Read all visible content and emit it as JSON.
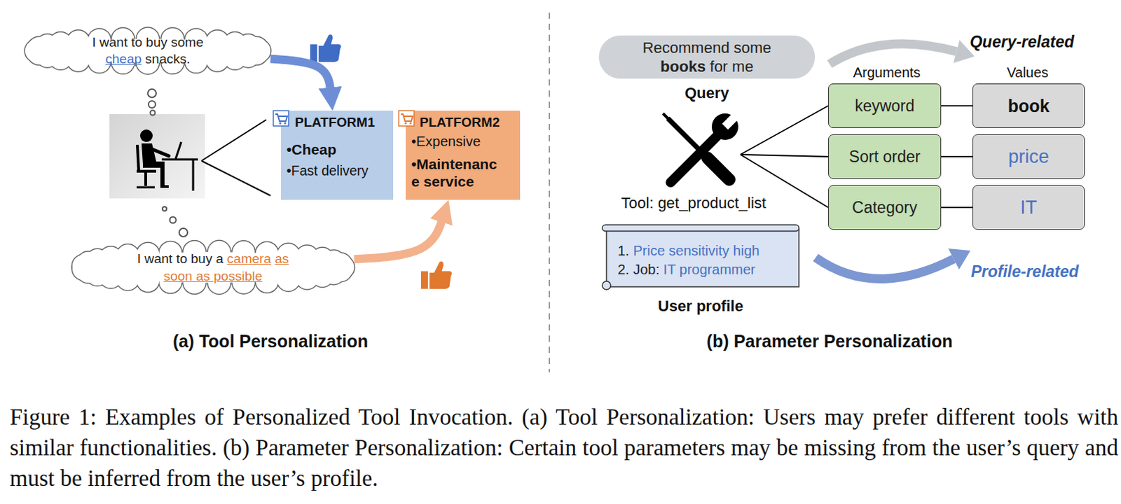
{
  "diagram": {
    "caption": "Figure 1: Examples of Personalized Tool Invocation. (a) Tool Personalization: Users may prefer different tools with similar functionalities. (b) Parameter Personalization: Certain tool parameters may be missing from the user’s query and must be inferred from the user’s profile.",
    "nodes": [
      {
        "text": [
          "I want to buy some cheap snacks."
        ]
      },
      {
        "text": [
          "PLATFORM1",
          "•Cheap",
          "•Fast delivery"
        ]
      },
      {
        "text": [
          "PLATFORM2",
          "•Expensive",
          "•Maintenance service"
        ]
      },
      {
        "text": [
          "I want to buy a camera as soon as possible"
        ]
      },
      {
        "text": [
          "Recommend some books for me",
          "Query"
        ]
      },
      {
        "text": [
          "keyword"
        ]
      },
      {
        "text": [
          "book"
        ]
      },
      {
        "text": [
          "Sort order"
        ]
      },
      {
        "text": [
          "price"
        ]
      },
      {
        "text": [
          "Category"
        ]
      },
      {
        "text": [
          "IT"
        ]
      },
      {
        "text": [
          "1. Price sensitivity high",
          "2. Job: IT programmer",
          "User profile"
        ]
      }
    ],
    "edges": [
      {
        "from": 0,
        "to": 1,
        "arrow": "to"
      },
      {
        "from": 3,
        "to": 2,
        "arrow": "to"
      },
      {
        "from": 5,
        "to": 6,
        "arrow": "none"
      },
      {
        "from": 7,
        "to": 8,
        "arrow": "none"
      },
      {
        "from": 9,
        "to": 10,
        "arrow": "none"
      }
    ],
    "labels": [
      "(a) Tool Personalization",
      "Query-related",
      "Arguments",
      "Values",
      "Tool: get_product_list",
      "Profile-related",
      "(b) Parameter Personalization"
    ]
  }
}
